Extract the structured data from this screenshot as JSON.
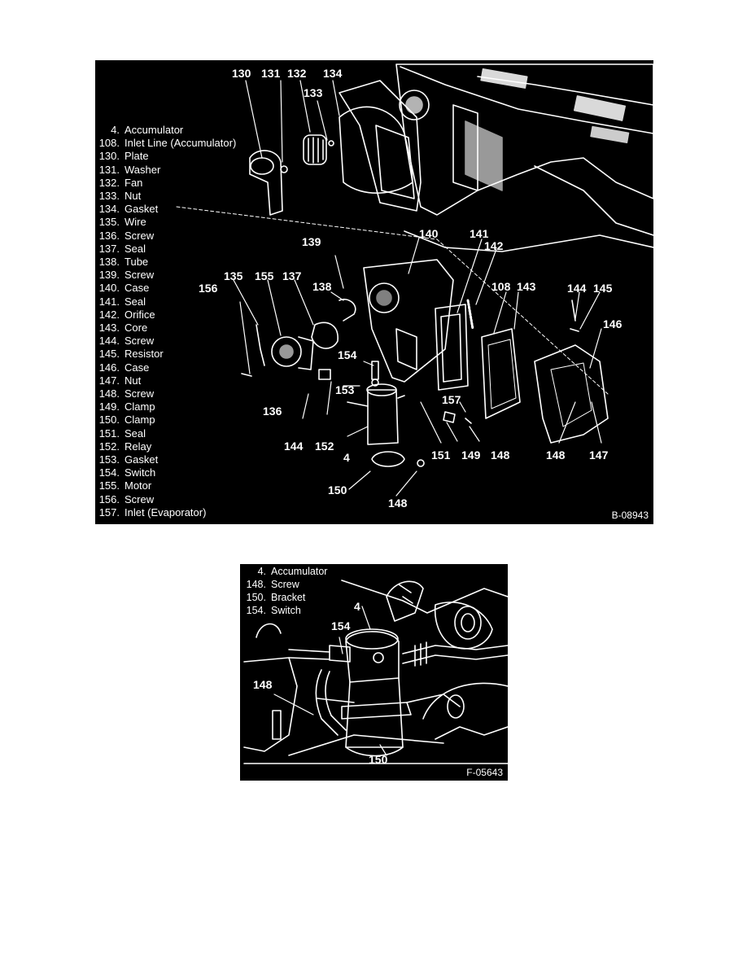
{
  "figure1": {
    "legend": [
      {
        "num": "4.",
        "name": "Accumulator"
      },
      {
        "num": "108.",
        "name": "Inlet Line (Accumulator)"
      },
      {
        "num": "130.",
        "name": "Plate"
      },
      {
        "num": "131.",
        "name": "Washer"
      },
      {
        "num": "132.",
        "name": "Fan"
      },
      {
        "num": "133.",
        "name": "Nut"
      },
      {
        "num": "134.",
        "name": "Gasket"
      },
      {
        "num": "135.",
        "name": "Wire"
      },
      {
        "num": "136.",
        "name": "Screw"
      },
      {
        "num": "137.",
        "name": "Seal"
      },
      {
        "num": "138.",
        "name": "Tube"
      },
      {
        "num": "139.",
        "name": "Screw"
      },
      {
        "num": "140.",
        "name": "Case"
      },
      {
        "num": "141.",
        "name": "Seal"
      },
      {
        "num": "142.",
        "name": "Orifice"
      },
      {
        "num": "143.",
        "name": "Core"
      },
      {
        "num": "144.",
        "name": "Screw"
      },
      {
        "num": "145.",
        "name": "Resistor"
      },
      {
        "num": "146.",
        "name": "Case"
      },
      {
        "num": "147.",
        "name": "Nut"
      },
      {
        "num": "148.",
        "name": "Screw"
      },
      {
        "num": "149.",
        "name": "Clamp"
      },
      {
        "num": "150.",
        "name": "Clamp"
      },
      {
        "num": "151.",
        "name": "Seal"
      },
      {
        "num": "152.",
        "name": "Relay"
      },
      {
        "num": "153.",
        "name": "Gasket"
      },
      {
        "num": "154.",
        "name": "Switch"
      },
      {
        "num": "155.",
        "name": "Motor"
      },
      {
        "num": "156.",
        "name": "Screw"
      },
      {
        "num": "157.",
        "name": "Inlet (Evaporator)"
      }
    ],
    "callouts": [
      "130",
      "131",
      "132",
      "134",
      "133",
      "139",
      "140",
      "141",
      "142",
      "135",
      "155",
      "137",
      "138",
      "108",
      "143",
      "144",
      "145",
      "156",
      "146",
      "154",
      "153",
      "157",
      "136",
      "144",
      "152",
      "4",
      "151",
      "149",
      "148",
      "148",
      "147",
      "150",
      "148"
    ],
    "figure_id": "B-08943"
  },
  "figure2": {
    "legend": [
      {
        "num": "4.",
        "name": "Accumulator"
      },
      {
        "num": "148.",
        "name": "Screw"
      },
      {
        "num": "150.",
        "name": "Bracket"
      },
      {
        "num": "154.",
        "name": "Switch"
      }
    ],
    "callouts": [
      "4",
      "154",
      "148",
      "150"
    ],
    "figure_id": "F-05643"
  }
}
